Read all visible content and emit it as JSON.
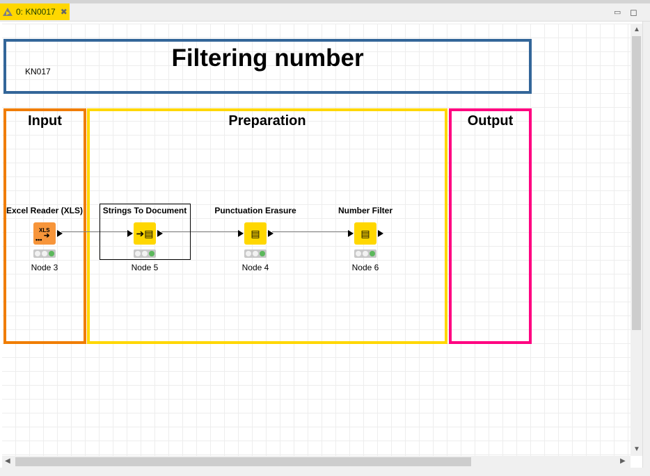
{
  "tab": {
    "label": "0: KN0017",
    "icon": "warning-triangle-icon"
  },
  "title_annotation": {
    "title": "Filtering number",
    "subtitle": "KN017",
    "color": "#336699"
  },
  "sections": [
    {
      "title": "Input",
      "color": "#f07d00"
    },
    {
      "title": "Preparation",
      "color": "#ffd700"
    },
    {
      "title": "Output",
      "color": "#ff0080"
    }
  ],
  "nodes": [
    {
      "label": "Excel Reader (XLS)",
      "name": "Node 3",
      "icon_text": "XLS",
      "color": "#f7953a"
    },
    {
      "label": "Strings To Document",
      "name": "Node 5",
      "color": "#ffd700"
    },
    {
      "label": "Punctuation Erasure",
      "name": "Node 4",
      "color": "#ffd700"
    },
    {
      "label": "Number Filter",
      "name": "Node 6",
      "color": "#ffd700"
    }
  ]
}
